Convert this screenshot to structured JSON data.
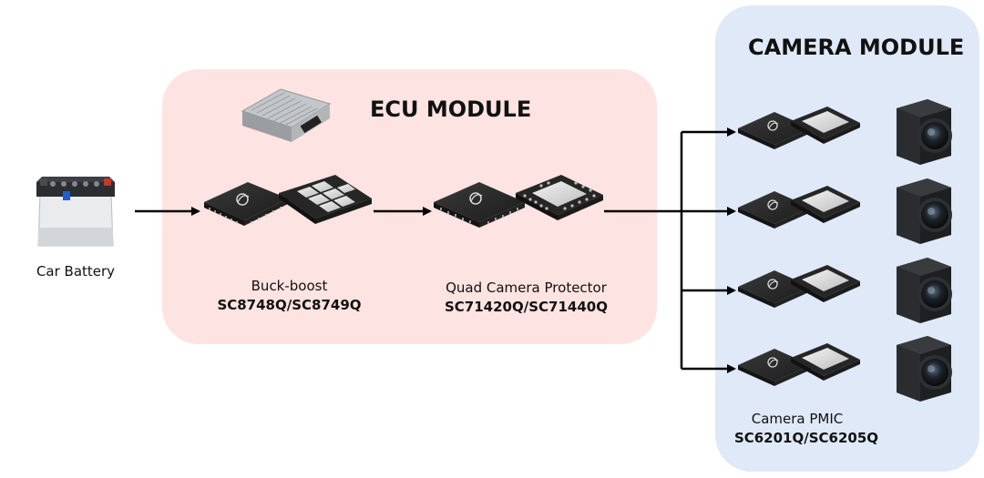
{
  "battery": {
    "label": "Car Battery"
  },
  "ecu": {
    "title": "ECU MODULE",
    "buck_boost": {
      "label": "Buck-boost",
      "part": "SC8748Q/SC8749Q"
    },
    "protector": {
      "label": "Quad Camera Protector",
      "part": "SC71420Q/SC71440Q"
    }
  },
  "camera_module": {
    "title": "CAMERA MODULE",
    "pmic": {
      "label": "Camera PMIC",
      "part": "SC6201Q/SC6205Q"
    }
  },
  "colors": {
    "ecu_bg": "#fde3e1",
    "camera_bg": "#dfe9f8",
    "arrow": "#000000",
    "chip_body": "#2b2b2b"
  },
  "icons": {
    "battery": "car-battery-icon",
    "ecu_box": "ecu-housing-icon",
    "chip": "southchip-qfn-chip-icon",
    "camera": "automotive-camera-icon"
  }
}
